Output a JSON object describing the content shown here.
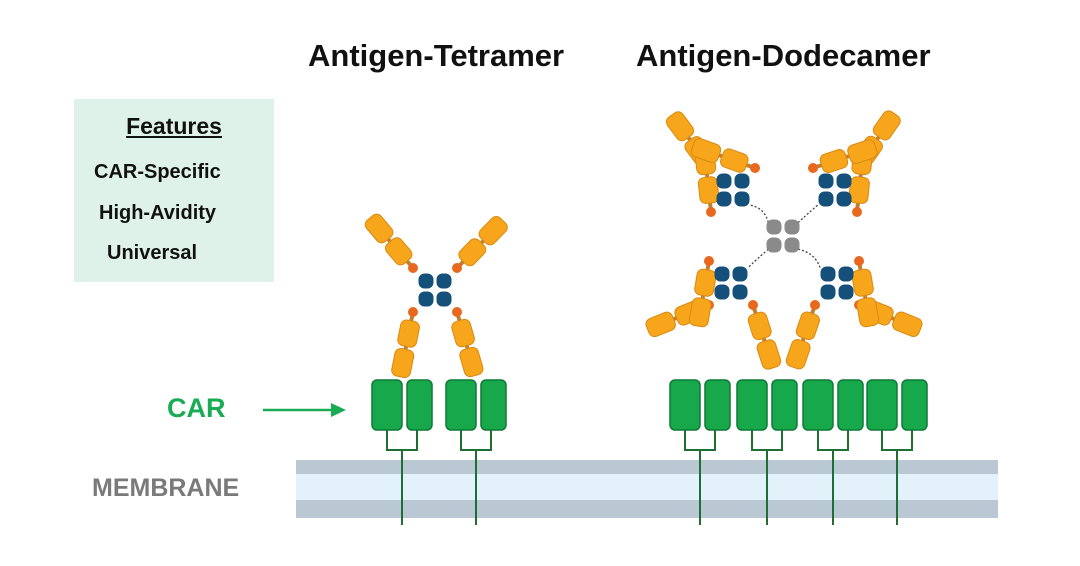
{
  "titles": {
    "tetramer": "Antigen-Tetramer",
    "dodecamer": "Antigen-Dodecamer"
  },
  "features": {
    "heading": "Features",
    "items": [
      "CAR-Specific",
      "High-Avidity",
      "Universal"
    ]
  },
  "labels": {
    "car": "CAR",
    "membrane": "MEMBRANE"
  },
  "colors": {
    "antigen": "#f7a51b",
    "antigen_stroke": "#d98a12",
    "linker": "#c08030",
    "node": "#e8681e",
    "streptavidin": "#14507a",
    "core": "#8a8a8a",
    "car_domain": "#18a84c",
    "car_stroke": "#0c7a35",
    "car_line": "#1f6f35",
    "membrane_outer": "#b9c8d2",
    "membrane_inner": "#e3f1fa",
    "car_label": "#1aab55",
    "membrane_label": "#7a7a7a",
    "features_bg": "#dff2ea"
  }
}
